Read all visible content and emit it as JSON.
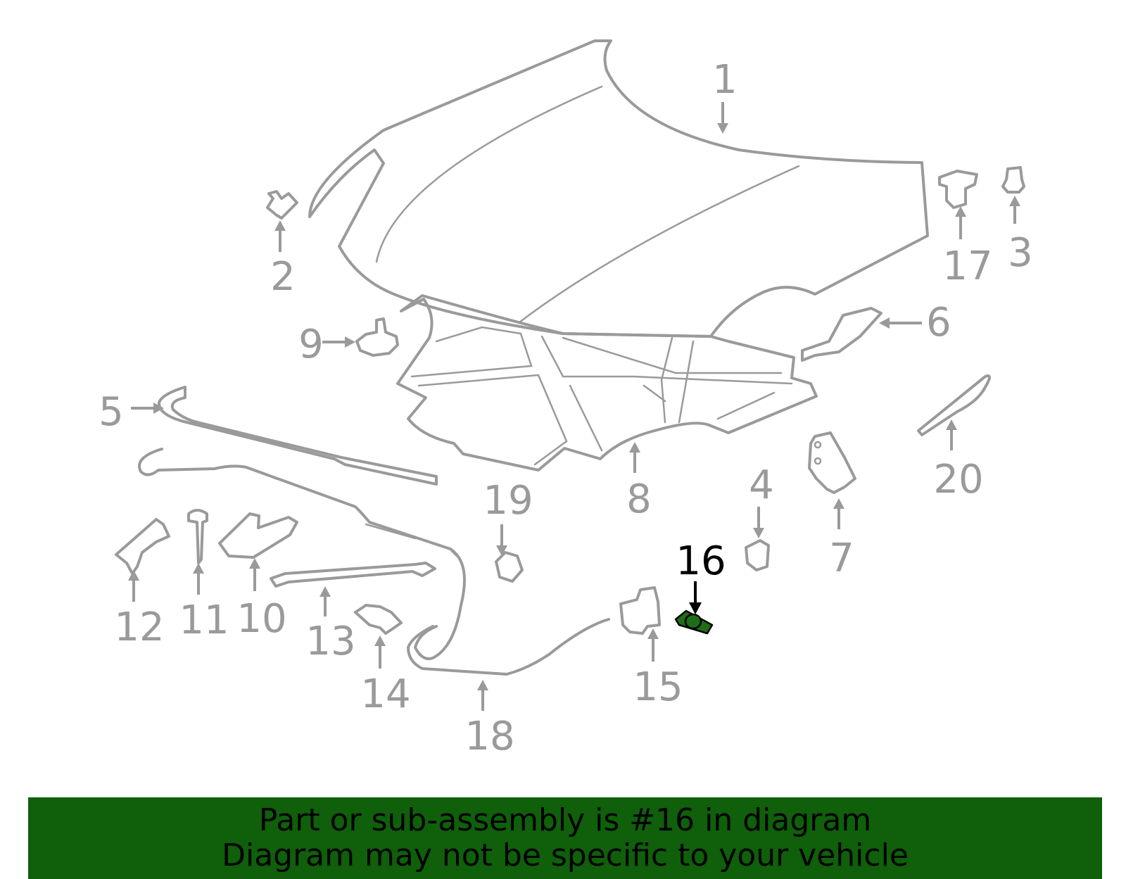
{
  "diagram": {
    "callouts": [
      "1",
      "2",
      "3",
      "4",
      "5",
      "6",
      "7",
      "8",
      "9",
      "10",
      "11",
      "12",
      "13",
      "14",
      "15",
      "16",
      "17",
      "18",
      "19",
      "20"
    ],
    "highlighted_part": "16",
    "highlight_color": "#1f6e17",
    "part_color": "#9a9a9a"
  },
  "banner": {
    "line1": "Part or sub-assembly is #16 in diagram",
    "line2": "Diagram may not be specific to your vehicle",
    "background": "#0f5f0b"
  }
}
